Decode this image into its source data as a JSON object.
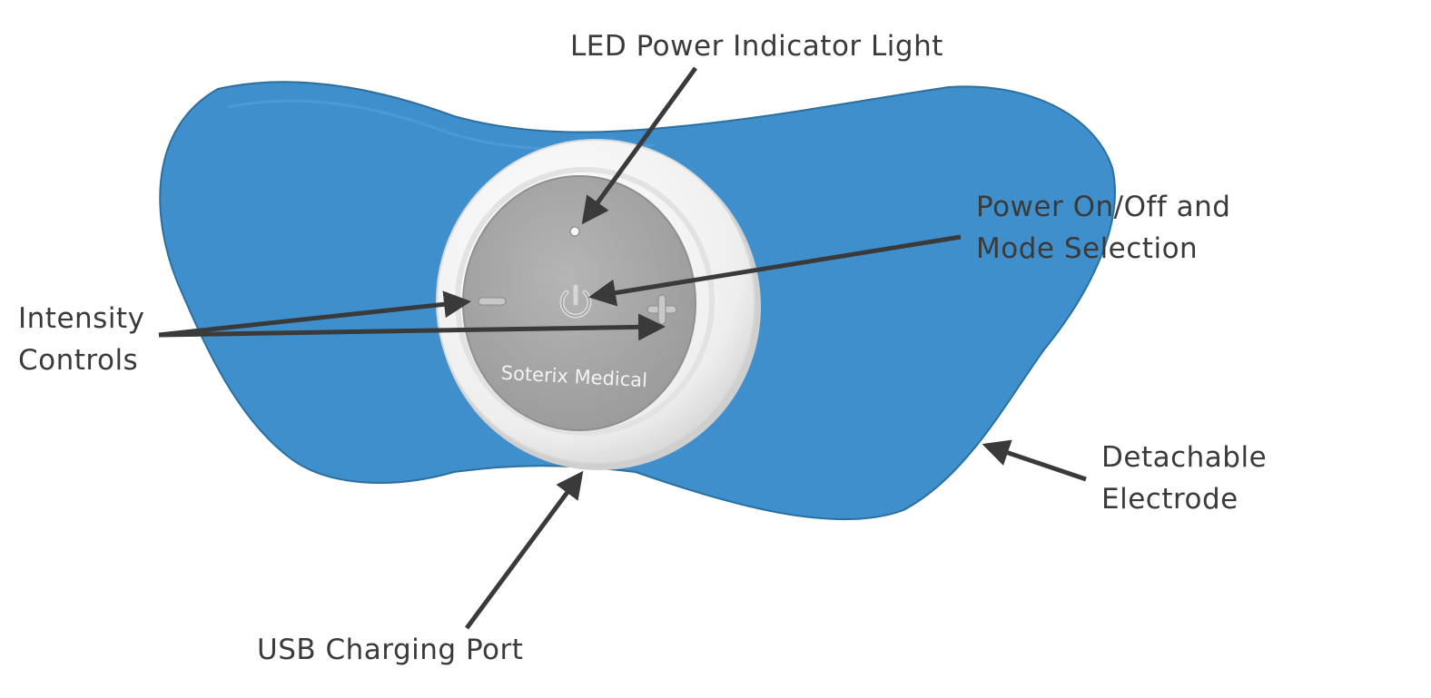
{
  "device": {
    "brand": "Soterix Medical",
    "colors": {
      "electrode": "#3f8fcd",
      "electrode_edge": "#2b6f9f",
      "housing": "#f1f1f1",
      "face": "#a8a8a8",
      "label_text": "#3a3a3a",
      "arrow": "#3a3a3a"
    },
    "icons": [
      "led-dot-icon",
      "minus-icon",
      "power-icon",
      "plus-icon"
    ]
  },
  "callouts": {
    "led": "LED Power Indicator Light",
    "power": {
      "line1": "Power On/Off and",
      "line2": "Mode Selection"
    },
    "intensity": {
      "line1": "Intensity",
      "line2": "Controls"
    },
    "electrode": {
      "line1": "Detachable",
      "line2": "Electrode"
    },
    "usb": "USB Charging Port"
  }
}
